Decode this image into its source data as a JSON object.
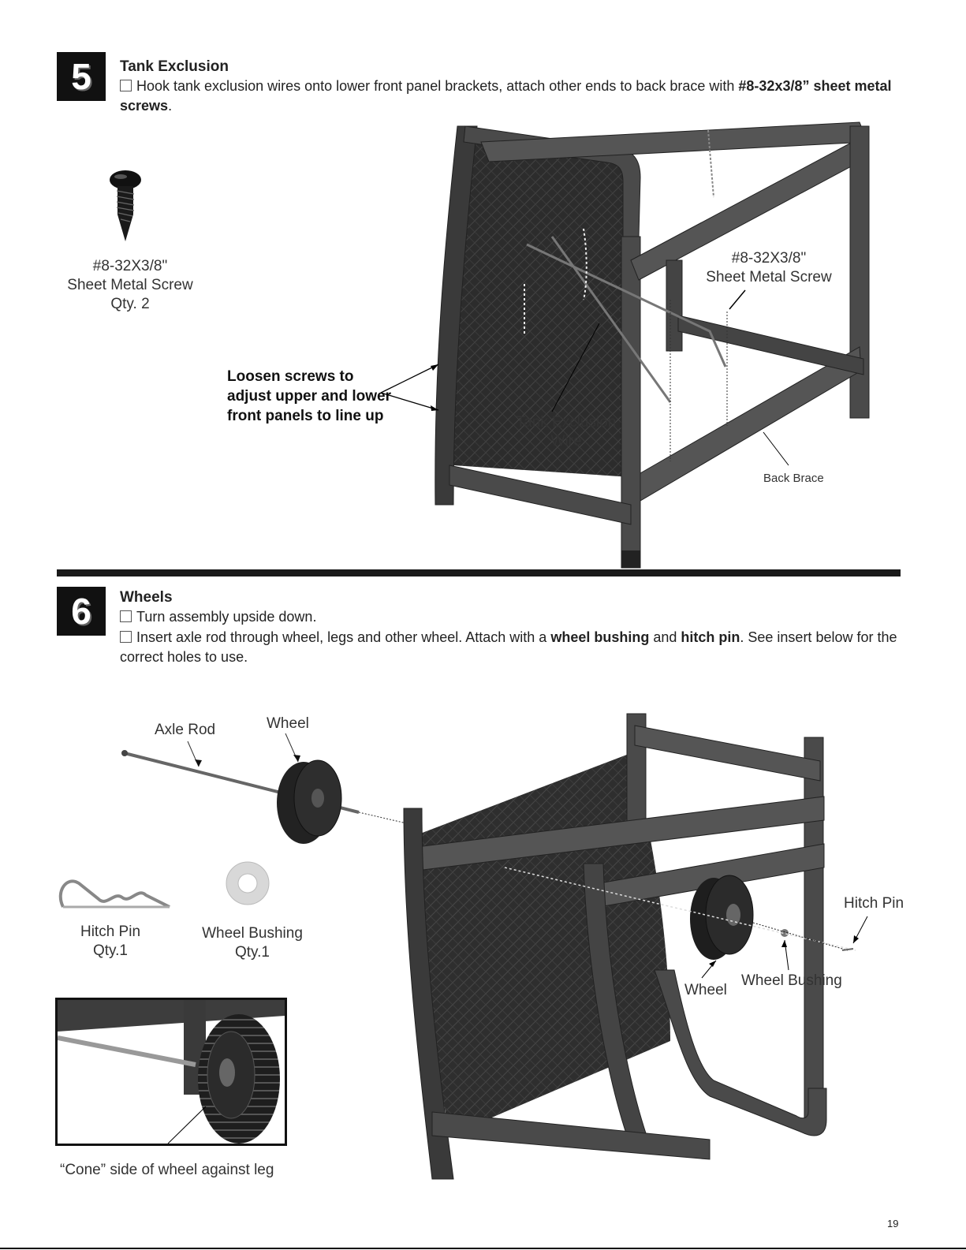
{
  "step5": {
    "number": "5",
    "title": "Tank Exclusion",
    "instruction_pre": "Hook tank exclusion wires onto lower front panel brackets, attach other ends to back brace with ",
    "instruction_bold": "#8-32x3/8” sheet metal screws",
    "instruction_post": ".",
    "part_label": {
      "spec": "#8-32X3/8\"",
      "name": "Sheet Metal Screw",
      "qty": "Qty. 2"
    },
    "callout_loosen": [
      "Loosen screws to",
      "adjust upper and lower",
      "front panels to line up"
    ],
    "callout_screw": [
      "#8-32X3/8\"",
      "Sheet Metal Screw"
    ],
    "callout_wire": [
      "Tank Exclusion",
      "Wire"
    ],
    "callout_brace": "Back Brace"
  },
  "step6": {
    "number": "6",
    "title": "Wheels",
    "instruction1": "Turn assembly upside down.",
    "instruction2_pre": "Insert axle rod through wheel, legs and other wheel.  Attach with a ",
    "instruction2_bold1": "wheel bushing",
    "instruction2_mid": " and ",
    "instruction2_bold2": "hitch pin",
    "instruction2_post": ". See insert below for the correct holes to use.",
    "label_axle": "Axle Rod",
    "label_wheel_top": "Wheel",
    "hitch_pin": {
      "name": "Hitch Pin",
      "qty": "Qty.1"
    },
    "wheel_bushing": {
      "name": "Wheel Bushing",
      "qty": "Qty.1"
    },
    "label_hitch_right": "Hitch Pin",
    "label_wheel_right": "Wheel",
    "label_bushing_right": "Wheel Bushing",
    "inset_caption": "“Cone” side of wheel against leg"
  },
  "page_number": "19"
}
